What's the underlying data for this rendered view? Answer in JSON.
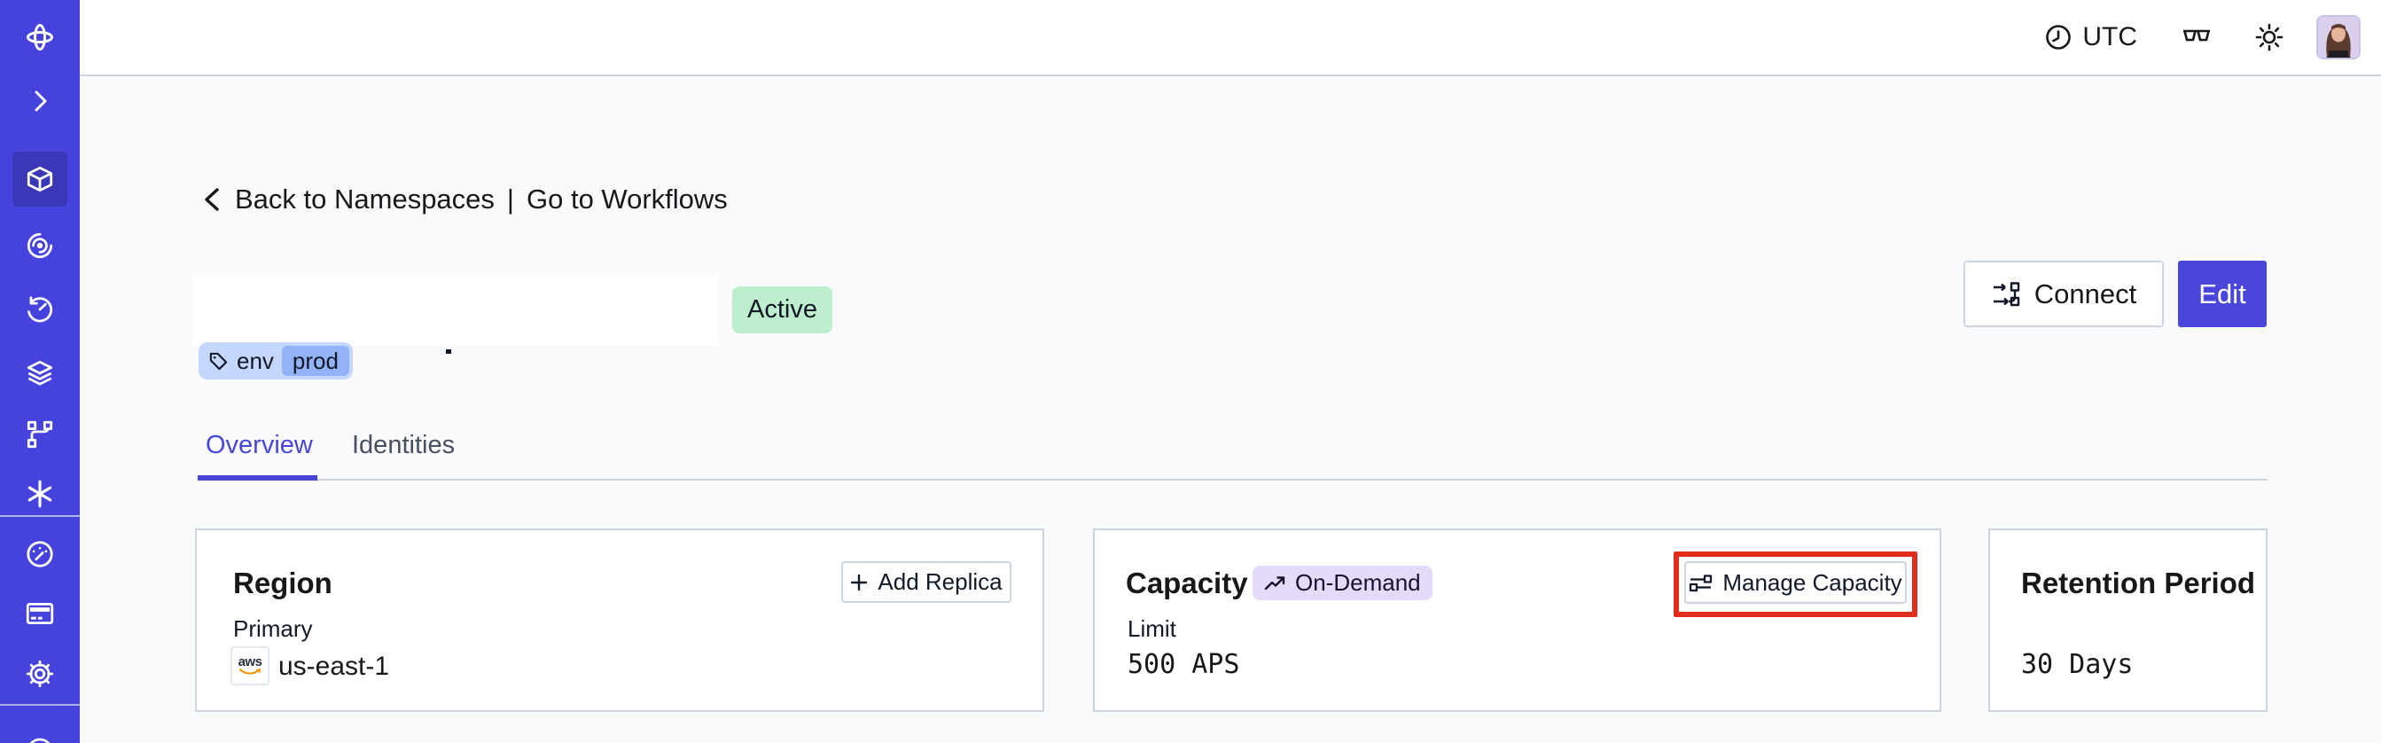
{
  "colors": {
    "sidebar": "#4642DE",
    "sidebar_active_item": "#3B38B8",
    "accent_indigo": "#4B46DB",
    "tab_active": "#4946D6",
    "highlight_red": "#E02D1C",
    "page_background": "#F8FAFC",
    "border": "#CBD5E1",
    "status_badge_bg": "#BDEECD",
    "tag_bg": "#C5D7FE",
    "tag_inner_bg": "#92B3F8",
    "ondemand_badge_bg": "#E6DAFB",
    "aws_orange": "#F79400"
  },
  "topbar": {
    "timezone_label": "UTC",
    "icons": [
      "clock-icon",
      "glasses-icon",
      "sun-icon"
    ],
    "avatar": "user-avatar"
  },
  "sidebar": {
    "icons": [
      "temporal-logo",
      "chevron-right-icon",
      "cube-icon",
      "spiral-icon",
      "history-clock-icon",
      "layers-icon",
      "branch-icon",
      "asterisk-icon",
      "gauge-icon",
      "credit-card-icon",
      "gear-icon",
      "circle-icon-partial"
    ],
    "active_icon": "cube-icon"
  },
  "breadcrumb": {
    "back_label": "Back to Namespaces",
    "separator": "|",
    "workflows_label": "Go to Workflows"
  },
  "namespace_header": {
    "status_badge": "Active",
    "tag_key": "env",
    "tag_value": "prod",
    "connect_label": "Connect",
    "edit_label": "Edit"
  },
  "tabs": [
    {
      "label": "Overview",
      "active": true
    },
    {
      "label": "Identities",
      "active": false
    }
  ],
  "cards": {
    "region": {
      "title": "Region",
      "button_label": "Add Replica",
      "row_label": "Primary",
      "provider": "aws",
      "value": "us-east-1"
    },
    "capacity": {
      "title": "Capacity",
      "badge_label": "On-Demand",
      "button_label": "Manage Capacity",
      "row_label": "Limit",
      "value": "500 APS"
    },
    "retention": {
      "title": "Retention Period",
      "value": "30 Days"
    }
  }
}
